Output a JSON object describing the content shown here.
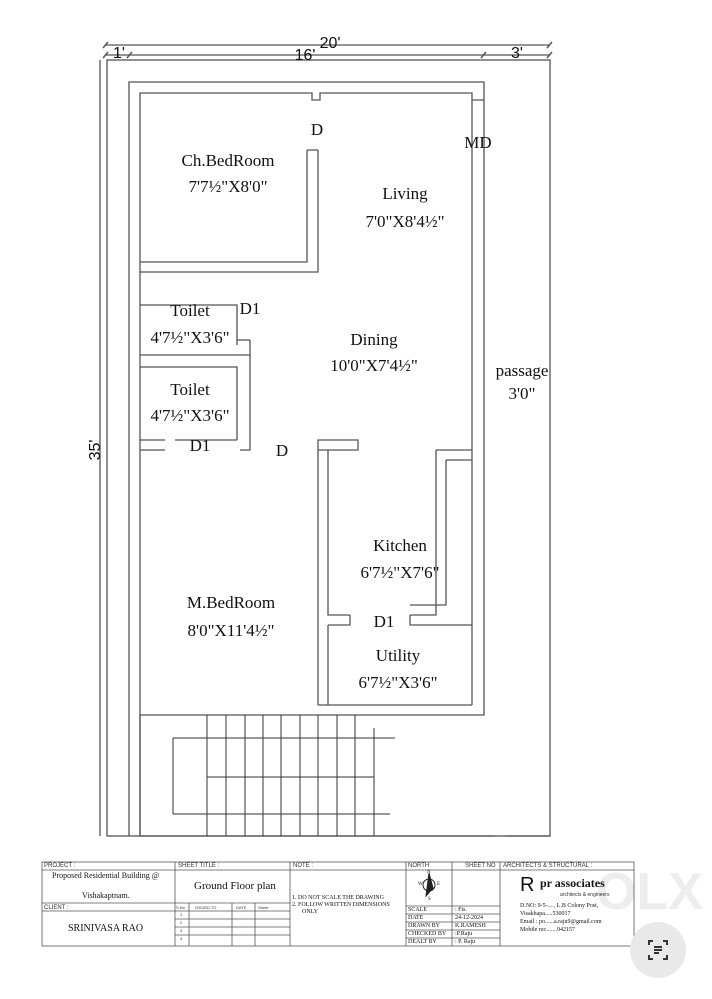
{
  "dimensions": {
    "total_width": "20'",
    "left_margin": "1'",
    "house_width": "16'",
    "passage_width": "3'",
    "depth": "35'"
  },
  "rooms": [
    {
      "id": "ch-bedroom",
      "name": "Ch.BedRoom",
      "size": "7'7½\"X8'0\""
    },
    {
      "id": "living",
      "name": "Living",
      "size": "7'0\"X8'4½\""
    },
    {
      "id": "toilet-1",
      "name": "Toilet",
      "size": "4'7½\"X3'6\""
    },
    {
      "id": "dining",
      "name": "Dining",
      "size": "10'0\"X7'4½\""
    },
    {
      "id": "passage",
      "name": "passage",
      "size": "3'0\""
    },
    {
      "id": "toilet-2",
      "name": "Toilet",
      "size": "4'7½\"X3'6\""
    },
    {
      "id": "kitchen",
      "name": "Kitchen",
      "size": "6'7½\"X7'6\""
    },
    {
      "id": "m-bedroom",
      "name": "M.BedRoom",
      "size": "8'0\"X11'4½\""
    },
    {
      "id": "utility",
      "name": "Utility",
      "size": "6'7½\"X3'6\""
    }
  ],
  "doors": {
    "d_top": "D",
    "main": "MD",
    "d1_toilet1": "D1",
    "d1_toilet2": "D1",
    "d_mid": "D",
    "d1_kitchen": "D1"
  },
  "title_block": {
    "project_label": "PROJECT :",
    "project_line1": "Proposed Residential Building @",
    "project_line2": "Vishakaptnam.",
    "client_label": "CLIENT :",
    "client": "SRINIVASA RAO",
    "sheet_title_label": "SHEET TITLE :",
    "sheet_title": "Ground Floor plan",
    "rev_headers": [
      "S.No",
      "ISSUED TO",
      "DATE",
      "Sheet"
    ],
    "rev_rows": [
      "1",
      "2",
      "3",
      "4"
    ],
    "note_label": "NOTE :",
    "note1": "1. DO NOT SCALE THE DRAWING",
    "note2": "2. FOLLOW WRITTEN DIMENSIONS",
    "note2b": "ONLY",
    "north_label": "NORTH",
    "north_letters": {
      "n": "N",
      "w": "W",
      "e": "E",
      "s": "S"
    },
    "sheet_no_label": "SHEET NO",
    "info": [
      {
        "k": "SCALE",
        "v": ": Fts."
      },
      {
        "k": "DATE",
        "v": "24-12-2024"
      },
      {
        "k": "DRAWN BY",
        "v": "K.RAMESH"
      },
      {
        "k": "CHECKED BY",
        "v": ":P.Raju"
      },
      {
        "k": "DEALT BY",
        "v": ": P. Raju"
      }
    ],
    "architects_label": "ARCHITECTS & STRUCTURAL :",
    "firm_logo": "R",
    "firm_name": "pr associates",
    "firm_tagline": "architects & engineers",
    "address1": "D.NO: 9-5-...., L.B Colony Post,",
    "address2": "Visakhapa.....530017",
    "email": "Email : po......a.raju9@gmail.com",
    "mobile": "Mobile no:.......942157"
  },
  "watermark": "OLX"
}
